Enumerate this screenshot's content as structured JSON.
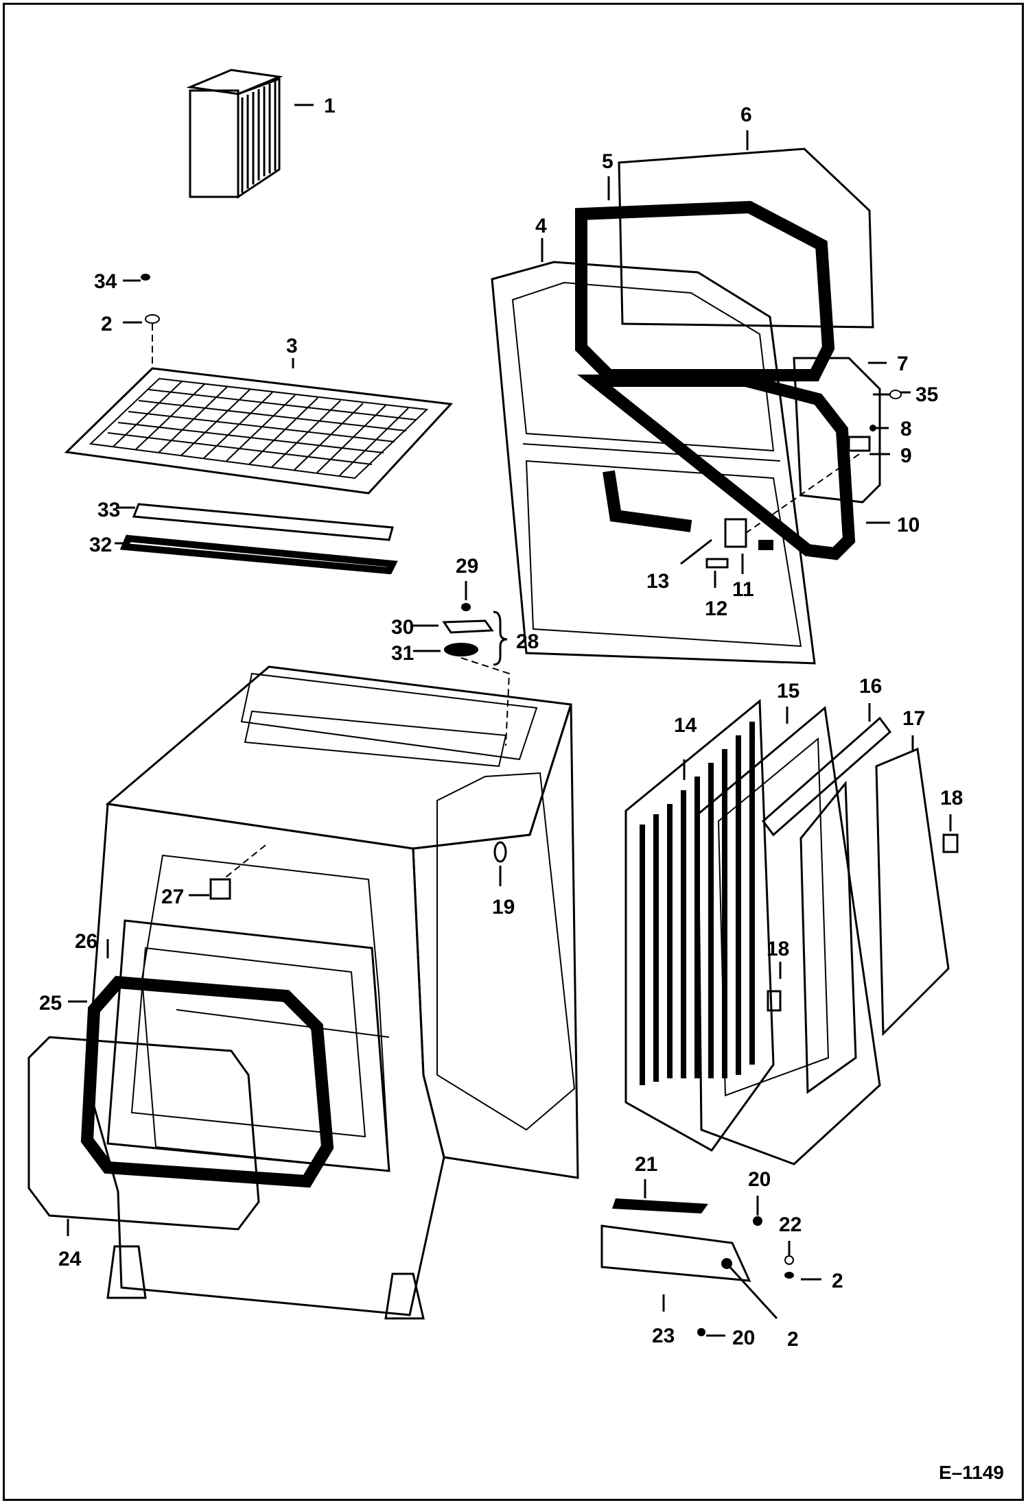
{
  "drawing_id": "E–1149",
  "callouts": [
    {
      "id": "c1",
      "text": "1"
    },
    {
      "id": "c2a",
      "text": "2"
    },
    {
      "id": "c2b",
      "text": "2"
    },
    {
      "id": "c2c",
      "text": "2"
    },
    {
      "id": "c3",
      "text": "3"
    },
    {
      "id": "c4",
      "text": "4"
    },
    {
      "id": "c5",
      "text": "5"
    },
    {
      "id": "c6",
      "text": "6"
    },
    {
      "id": "c7",
      "text": "7"
    },
    {
      "id": "c8",
      "text": "8"
    },
    {
      "id": "c9",
      "text": "9"
    },
    {
      "id": "c10",
      "text": "10"
    },
    {
      "id": "c11",
      "text": "11"
    },
    {
      "id": "c12",
      "text": "12"
    },
    {
      "id": "c13",
      "text": "13"
    },
    {
      "id": "c14",
      "text": "14"
    },
    {
      "id": "c15",
      "text": "15"
    },
    {
      "id": "c16",
      "text": "16"
    },
    {
      "id": "c17",
      "text": "17"
    },
    {
      "id": "c18a",
      "text": "18"
    },
    {
      "id": "c18b",
      "text": "18"
    },
    {
      "id": "c19",
      "text": "19"
    },
    {
      "id": "c20a",
      "text": "20"
    },
    {
      "id": "c20b",
      "text": "20"
    },
    {
      "id": "c21",
      "text": "21"
    },
    {
      "id": "c22",
      "text": "22"
    },
    {
      "id": "c23",
      "text": "23"
    },
    {
      "id": "c24",
      "text": "24"
    },
    {
      "id": "c25",
      "text": "25"
    },
    {
      "id": "c26",
      "text": "26"
    },
    {
      "id": "c27",
      "text": "27"
    },
    {
      "id": "c28",
      "text": "28"
    },
    {
      "id": "c29",
      "text": "29"
    },
    {
      "id": "c30",
      "text": "30"
    },
    {
      "id": "c31",
      "text": "31"
    },
    {
      "id": "c32",
      "text": "32"
    },
    {
      "id": "c33",
      "text": "33"
    },
    {
      "id": "c34",
      "text": "34"
    },
    {
      "id": "c35",
      "text": "35"
    }
  ]
}
